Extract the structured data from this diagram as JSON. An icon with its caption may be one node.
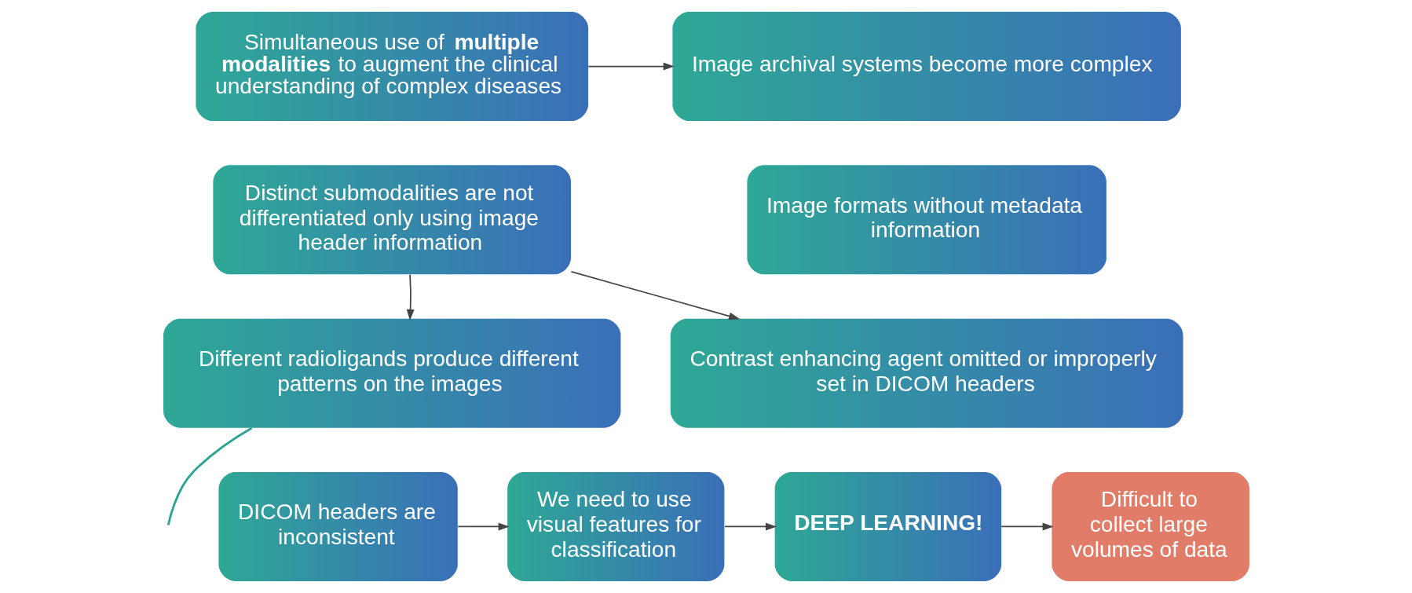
{
  "diagram": {
    "nodes": [
      {
        "text": [
          "Simultaneous use of **multiple modalities** to augment the clinical understanding of complex diseases"
        ]
      },
      {
        "text": [
          "Image archival systems become more complex"
        ]
      },
      {
        "text": [
          "Distinct submodalities are not differentiated only using image header information"
        ]
      },
      {
        "text": [
          "Image formats without metadata information"
        ]
      },
      {
        "text": [
          "Different radioligands produce different patterns on the images"
        ]
      },
      {
        "text": [
          "Contrast enhancing agent omitted or improperly set in DICOM headers"
        ]
      },
      {
        "text": [
          "DICOM headers are inconsistent"
        ]
      },
      {
        "text": [
          "We need to use visual features for classification"
        ]
      },
      {
        "text": [
          "DEEP LEARNING!"
        ]
      },
      {
        "text": [
          "Difficult to collect large volumes of data"
        ]
      }
    ],
    "edges": [
      {
        "from": 0,
        "to": 1,
        "arrow": "to"
      },
      {
        "from": 2,
        "to": 4,
        "arrow": "to"
      },
      {
        "from": 2,
        "to": 5,
        "arrow": "to"
      },
      {
        "from": 4,
        "to": null,
        "arrow": "none",
        "color": "#2aa390"
      },
      {
        "from": 6,
        "to": 7,
        "arrow": "to"
      },
      {
        "from": 7,
        "to": 8,
        "arrow": "to"
      },
      {
        "from": 8,
        "to": 9,
        "arrow": "to"
      }
    ]
  }
}
